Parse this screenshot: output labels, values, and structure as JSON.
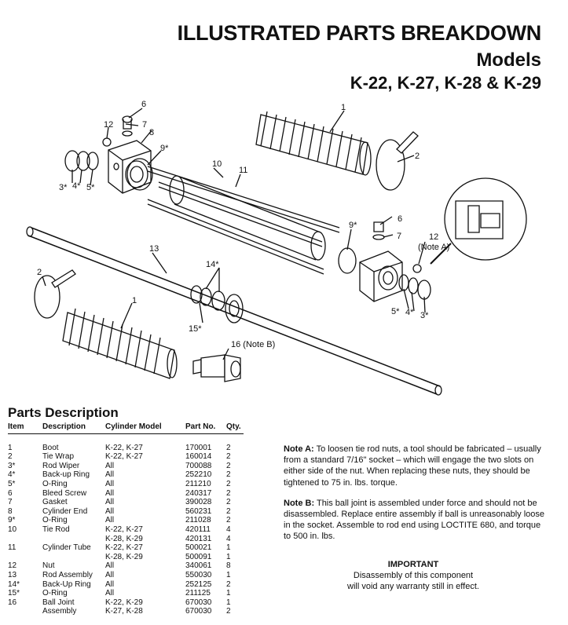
{
  "header": {
    "title": "ILLUSTRATED PARTS BREAKDOWN",
    "models_label": "Models",
    "models": "K-22, K-27, K-28 & K-29"
  },
  "callouts": {
    "c1a": "1",
    "c1b": "1",
    "c2a": "2",
    "c2b": "2",
    "c3a": "3*",
    "c3b": "3*",
    "c4a": "4*",
    "c4b": "4*",
    "c5a": "5*",
    "c5b": "5*",
    "c6a": "6",
    "c6b": "6",
    "c7a": "7",
    "c7b": "7",
    "c8": "8",
    "c9a": "9*",
    "c9b": "9*",
    "c10": "10",
    "c11": "11",
    "c12a": "12",
    "c12b": "12",
    "c12note": "(Note A)",
    "c13": "13",
    "c14": "14*",
    "c15": "15*",
    "c16": "16 (Note B)"
  },
  "parts": {
    "title": "Parts Description",
    "headers": {
      "item": "Item",
      "description": "Description",
      "model": "Cylinder Model",
      "part": "Part No.",
      "qty": "Qty."
    },
    "rows": [
      {
        "item": "1",
        "description": "Boot",
        "model": "K-22, K-27",
        "part": "170001",
        "qty": "2"
      },
      {
        "item": "2",
        "description": "Tie Wrap",
        "model": "K-22, K-27",
        "part": "160014",
        "qty": "2"
      },
      {
        "item": "3*",
        "description": "Rod Wiper",
        "model": "All",
        "part": "700088",
        "qty": "2"
      },
      {
        "item": "4*",
        "description": "Back-up Ring",
        "model": "All",
        "part": "252210",
        "qty": "2"
      },
      {
        "item": "5*",
        "description": "O-Ring",
        "model": "All",
        "part": "211210",
        "qty": "2"
      },
      {
        "item": "6",
        "description": "Bleed Screw",
        "model": "All",
        "part": "240317",
        "qty": "2"
      },
      {
        "item": "7",
        "description": "Gasket",
        "model": "All",
        "part": "390028",
        "qty": "2"
      },
      {
        "item": "8",
        "description": "Cylinder End",
        "model": "All",
        "part": "560231",
        "qty": "2"
      },
      {
        "item": "9*",
        "description": "O-Ring",
        "model": "All",
        "part": "211028",
        "qty": "2"
      },
      {
        "item": "10",
        "description": "Tie Rod",
        "model": "K-22, K-27",
        "part": "420111",
        "qty": "4"
      },
      {
        "item": "",
        "description": "",
        "model": "K-28, K-29",
        "part": "420131",
        "qty": "4"
      },
      {
        "item": "11",
        "description": "Cylinder Tube",
        "model": "K-22, K-27",
        "part": "500021",
        "qty": "1"
      },
      {
        "item": "",
        "description": "",
        "model": "K-28, K-29",
        "part": "500091",
        "qty": "1"
      },
      {
        "item": "12",
        "description": "Nut",
        "model": "All",
        "part": "340061",
        "qty": "8"
      },
      {
        "item": "13",
        "description": "Rod Assembly",
        "model": "All",
        "part": "550030",
        "qty": "1"
      },
      {
        "item": "14*",
        "description": "Back-Up Ring",
        "model": "All",
        "part": "252125",
        "qty": "2"
      },
      {
        "item": "15*",
        "description": "O-Ring",
        "model": "All",
        "part": "211125",
        "qty": "1"
      },
      {
        "item": "16",
        "description": "Ball Joint",
        "model": "K-22, K-29",
        "part": "670030",
        "qty": "1"
      },
      {
        "item": "",
        "description": "Assembly",
        "model": "K-27, K-28",
        "part": "670030",
        "qty": "2"
      }
    ]
  },
  "notes": {
    "a_label": "Note A:",
    "a_text": "To loosen tie rod nuts, a tool should be fabricated – usually from a standard 7/16\" socket – which will engage the two slots on either side of the nut. When replacing these nuts, they should be tightened to 75 in. lbs. torque.",
    "b_label": "Note B:",
    "b_text": "This ball joint is assembled under force and should not be disassembled. Replace entire assembly if ball is unreasonably loose in the socket. Assemble to rod end using LOCTITE 680, and torque to 500 in. lbs."
  },
  "important": {
    "title": "IMPORTANT",
    "line1": "Disassembly of this component",
    "line2": "will void any warranty still in effect."
  },
  "colors": {
    "ink": "#111111",
    "paper": "#ffffff"
  }
}
